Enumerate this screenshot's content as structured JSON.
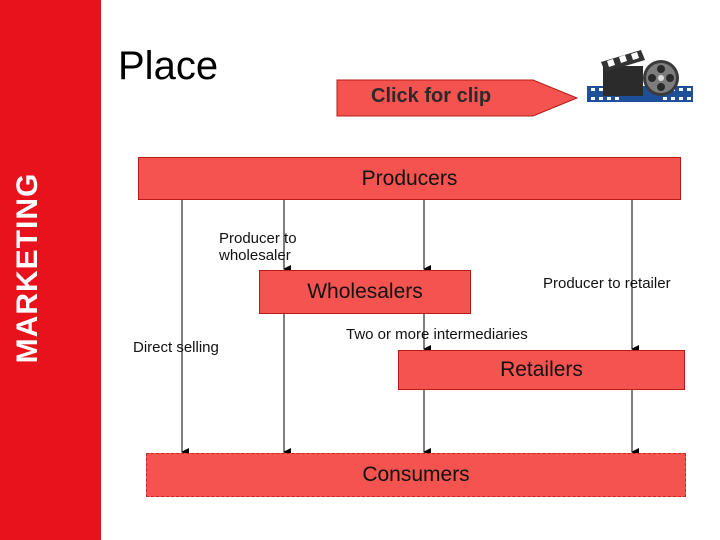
{
  "sidebar": {
    "label": "MARKETING"
  },
  "slide": {
    "title": "Place"
  },
  "clip_button": {
    "label": "Click for clip"
  },
  "diagram": {
    "nodes": {
      "producers": "Producers",
      "wholesalers": "Wholesalers",
      "retailers": "Retailers",
      "consumers": "Consumers"
    },
    "channels": {
      "producer_to_wholesaler": "Producer to\nwholesaler",
      "producer_to_retailer": "Producer to retailer",
      "two_or_more": "Two or more intermediaries",
      "direct_selling": "Direct selling"
    }
  },
  "colors": {
    "sidebar": "#e8121c",
    "box_fill": "#f5534f",
    "box_border": "#b61b14",
    "arrow": "#000000"
  },
  "icons": {
    "film": "film-clapper-reel-icon"
  }
}
